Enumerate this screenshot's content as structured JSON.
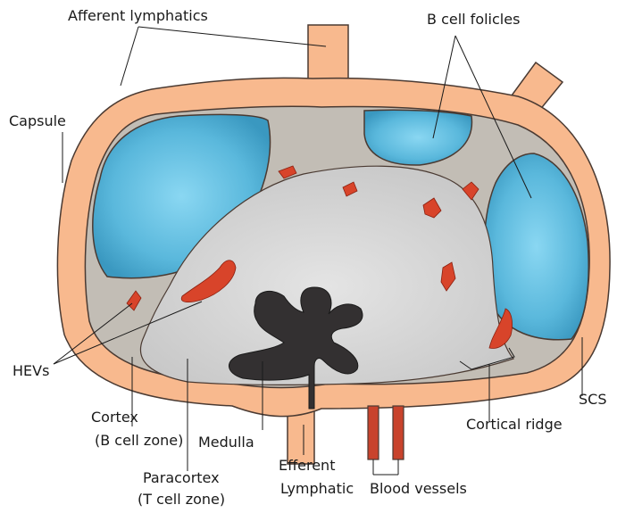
{
  "labels": {
    "afferent_lymphatics": "Afferent lymphatics",
    "b_cell_folicles": "B cell folicles",
    "capsule": "Capsule",
    "hevs": "HEVs",
    "cortex_line1": "Cortex",
    "cortex_line2": "(B cell zone)",
    "medulla": "Medulla",
    "paracortex_line1": "Paracortex",
    "paracortex_line2": "(T cell zone)",
    "efferent_line1": "Efferent",
    "efferent_line2": "Lymphatic",
    "blood_vessels": "Blood vessels",
    "cortical_ridge": "Cortical ridge",
    "scs": "SCS"
  },
  "colors": {
    "capsule": "#f8b98e",
    "capsule_outline": "#4a3a32",
    "cortex": "#c2bdb5",
    "paracortex": "#d2d2d2",
    "follicle": "#5ab8dc",
    "hev": "#d8442a",
    "medulla": "#333031",
    "blood_vessel": "#c8432c"
  }
}
